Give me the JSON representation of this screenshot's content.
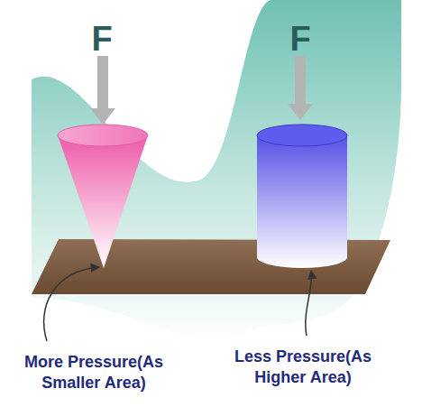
{
  "diagram": {
    "labels": [
      "F",
      "F",
      "More Pressure(As Smaller Area)",
      "Less Pressure(As Higher Area)"
    ]
  }
}
